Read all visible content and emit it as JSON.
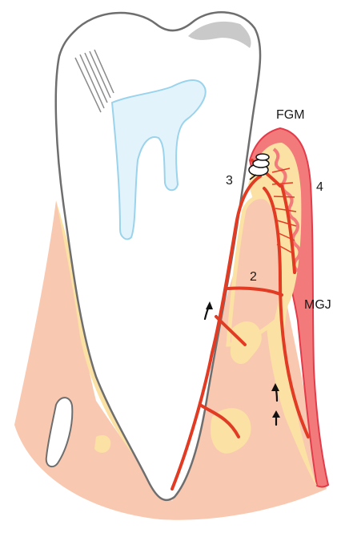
{
  "labels": {
    "fgm": "FGM",
    "mgj": "MGJ",
    "n2": "2",
    "n3": "3",
    "n4": "4"
  },
  "colors": {
    "tooth_fill": "#ffffff",
    "tooth_outline": "#6e6e6e",
    "tooth_shadow": "#c9c9c9",
    "pulp_fill": "#e3f3fb",
    "pulp_outline": "#9ad3ec",
    "bone": "#f9c8b0",
    "periosteum": "#fbe1a3",
    "gingiva": "#f27a7a",
    "gingiva_outline": "#e33b4a",
    "vessel": "#e23b24",
    "arrow": "#111111"
  }
}
